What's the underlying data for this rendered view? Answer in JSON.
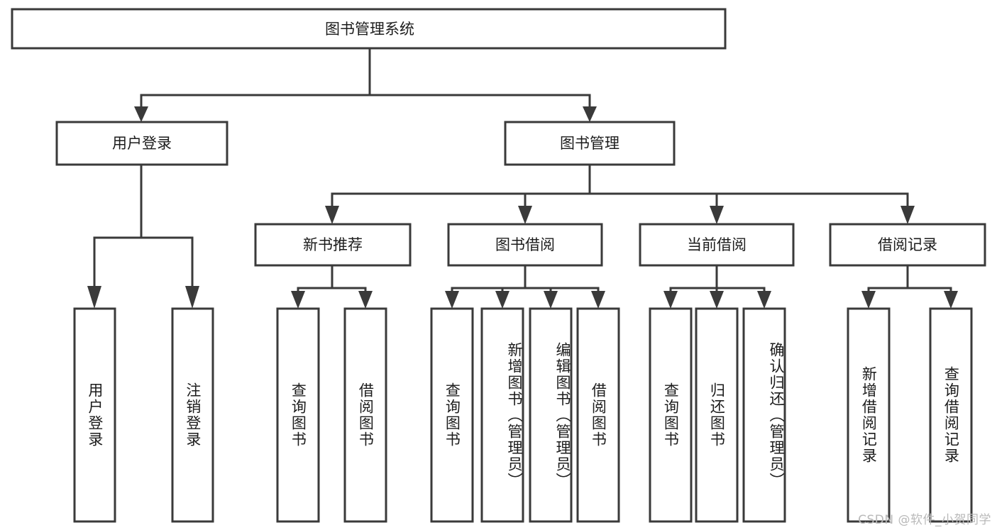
{
  "diagram": {
    "type": "tree-hierarchy-chart",
    "title": "图书管理系统",
    "watermark": "CSDN @软件_小贺同学",
    "colors": {
      "background": "#ffffff",
      "box_fill": "#ffffff",
      "stroke": "#3a3a3a",
      "text": "#1c1c1c",
      "watermark": "#b9b9b9"
    },
    "root": {
      "id": "root",
      "label": "图书管理系统"
    },
    "level2": [
      {
        "id": "user-login",
        "label": "用户登录"
      },
      {
        "id": "book-management",
        "label": "图书管理"
      }
    ],
    "level3": [
      {
        "id": "new-book-recommend",
        "label": "新书推荐",
        "parent": "book-management"
      },
      {
        "id": "book-borrow",
        "label": "图书借阅",
        "parent": "book-management"
      },
      {
        "id": "current-borrow",
        "label": "当前借阅",
        "parent": "book-management"
      },
      {
        "id": "borrow-record",
        "label": "借阅记录",
        "parent": "book-management"
      }
    ],
    "leaves": [
      {
        "id": "leaf-user-login",
        "label": "用户登录",
        "parent": "user-login"
      },
      {
        "id": "leaf-logout-login",
        "label": "注销登录",
        "parent": "user-login"
      },
      {
        "id": "leaf-query-book-1",
        "label": "查询图书",
        "parent": "new-book-recommend"
      },
      {
        "id": "leaf-borrow-book-1",
        "label": "借阅图书",
        "parent": "new-book-recommend"
      },
      {
        "id": "leaf-query-book-2",
        "label": "查询图书",
        "parent": "book-borrow"
      },
      {
        "id": "leaf-add-book-admin",
        "label": "新增图书（管理员）",
        "parent": "book-borrow"
      },
      {
        "id": "leaf-edit-book-admin",
        "label": "编辑图书（管理员）",
        "parent": "book-borrow"
      },
      {
        "id": "leaf-borrow-book-2",
        "label": "借阅图书",
        "parent": "book-borrow"
      },
      {
        "id": "leaf-query-book-3",
        "label": "查询图书",
        "parent": "current-borrow"
      },
      {
        "id": "leaf-return-book",
        "label": "归还图书",
        "parent": "current-borrow"
      },
      {
        "id": "leaf-confirm-return-admin",
        "label": "确认归还（管理员）",
        "parent": "current-borrow"
      },
      {
        "id": "leaf-add-borrow-record",
        "label": "新增借阅记录",
        "parent": "borrow-record"
      },
      {
        "id": "leaf-query-borrow-record",
        "label": "查询借阅记录",
        "parent": "borrow-record"
      }
    ]
  }
}
